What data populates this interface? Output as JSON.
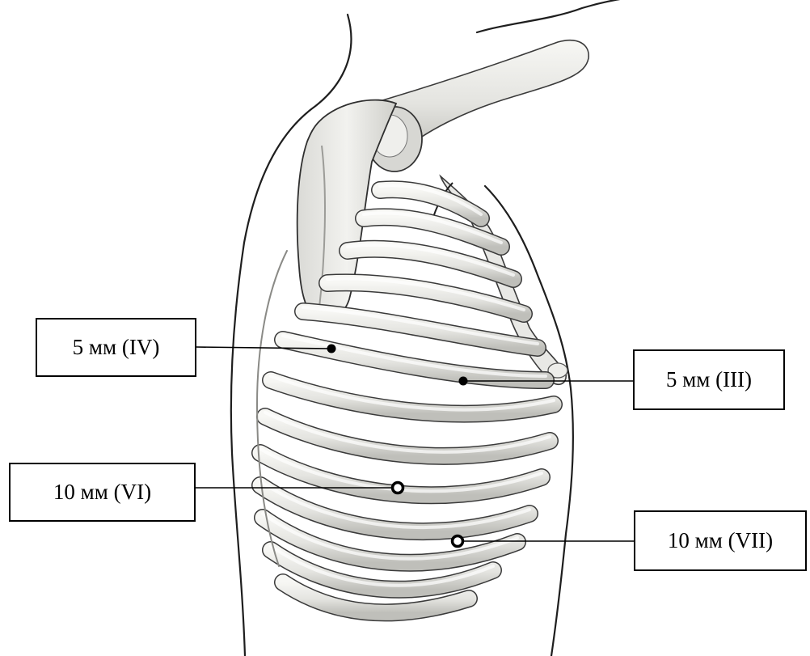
{
  "labels": {
    "port_iv": "5 мм (IV)",
    "port_iii": "5 мм (III)",
    "port_vi": "10 мм (VI)",
    "port_vii": "10 мм (VII)"
  },
  "colors": {
    "bone": "#e9e9e6",
    "bone_shadow": "#bdbdb8",
    "outline": "#2b2b2b",
    "line": "#000000"
  }
}
